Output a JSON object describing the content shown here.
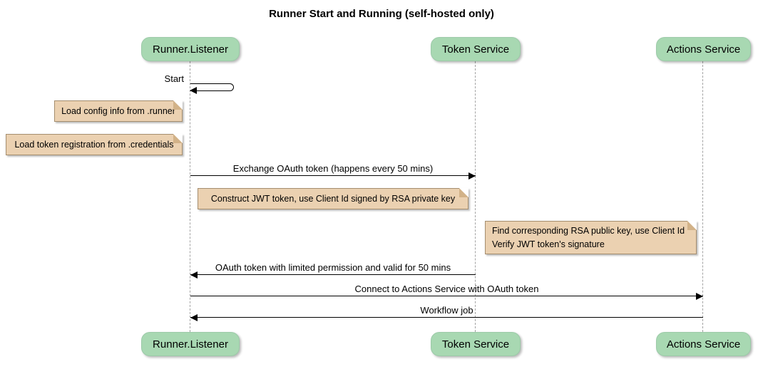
{
  "diagram": {
    "title": "Runner Start and Running (self-hosted only)",
    "type": "sequence-diagram"
  },
  "participants": [
    {
      "id": "runner-listener",
      "label": "Runner.Listener"
    },
    {
      "id": "token-service",
      "label": "Token Service"
    },
    {
      "id": "actions-service",
      "label": "Actions Service"
    }
  ],
  "self_message": {
    "participant": "Runner.Listener",
    "label": "Start"
  },
  "notes": [
    {
      "lines": [
        "Load config info from .runner"
      ]
    },
    {
      "lines": [
        "Load token registration from .credentials"
      ]
    },
    {
      "lines": [
        "Construct JWT token, use Client Id signed by RSA private key"
      ]
    },
    {
      "lines": [
        "Find corresponding RSA public key, use Client Id",
        "Verify JWT token's signature"
      ]
    }
  ],
  "messages": [
    {
      "label": "Exchange OAuth token (happens every 50 mins)",
      "from": "Runner.Listener",
      "to": "Token Service",
      "direction": "right"
    },
    {
      "label": "OAuth token with limited permission and valid for 50 mins",
      "from": "Token Service",
      "to": "Runner.Listener",
      "direction": "left"
    },
    {
      "label": "Connect to Actions Service with OAuth token",
      "from": "Runner.Listener",
      "to": "Actions Service",
      "direction": "right"
    },
    {
      "label": "Workflow job",
      "from": "Actions Service",
      "to": "Runner.Listener",
      "direction": "left"
    }
  ],
  "colors": {
    "background": "#ffffff",
    "participant_fill": "#a8d8b2",
    "participant_border": "#9ccaa8",
    "note_fill": "#ebd1b1",
    "note_border": "#a58e6f",
    "lifeline": "#a3a3a3",
    "message_line": "#000000",
    "text": "#000000"
  }
}
